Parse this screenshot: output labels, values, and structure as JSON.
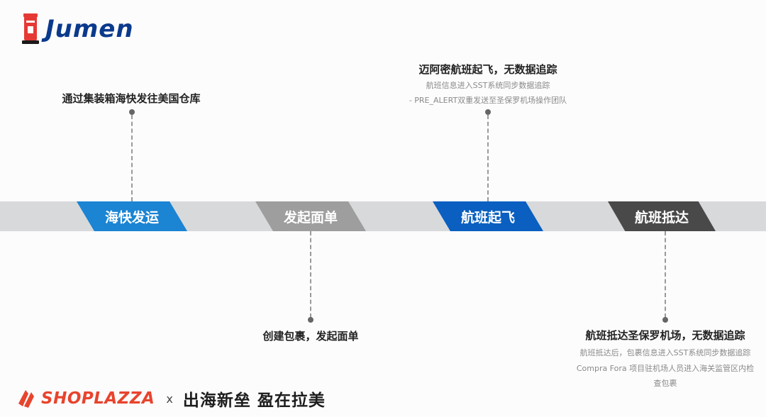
{
  "brand": {
    "logo_text": "Jumen"
  },
  "timeline": {
    "steps": [
      {
        "label": "海快发运",
        "color": "#1b84d3"
      },
      {
        "label": "发起面单",
        "color": "#9e9e9e"
      },
      {
        "label": "航班起飞",
        "color": "#0a5fc0"
      },
      {
        "label": "航班抵达",
        "color": "#494949"
      }
    ],
    "notes": [
      {
        "title": "通过集装箱海快发往美国仓库",
        "lines": []
      },
      {
        "title": "创建包裹，发起面单",
        "lines": []
      },
      {
        "title": "迈阿密航班起飞，无数据追踪",
        "lines": [
          "航班信息进入SST系统同步数据追踪",
          "- PRE_ALERT双重发送至圣保罗机场操作团队"
        ]
      },
      {
        "title": "航班抵达圣保罗机场，无数据追踪",
        "lines": [
          "航班抵达后，包裹信息进入SST系统同步数据追踪",
          "Compra Fora 项目驻机场人员进入海关监管区内检",
          "查包裹"
        ]
      }
    ]
  },
  "footer": {
    "partner_logo_text": "SHOPLAZZA",
    "times": "x",
    "slogan": "出海新垒 盈在拉美",
    "partner_color": "#e8442d"
  }
}
